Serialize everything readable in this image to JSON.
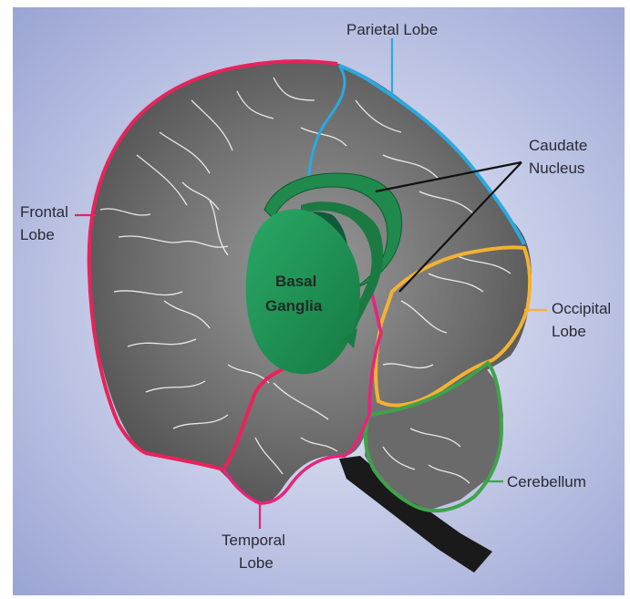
{
  "labels": {
    "parietal": "Parietal Lobe",
    "caudate_line1": "Caudate",
    "caudate_line2": "Nucleus",
    "frontal_line1": "Frontal",
    "frontal_line2": "Lobe",
    "occipital_line1": "Occipital",
    "occipital_line2": "Lobe",
    "cerebellum": "Cerebellum",
    "temporal_line1": "Temporal",
    "temporal_line2": "Lobe",
    "basal_line1": "Basal",
    "basal_line2": "Ganglia"
  },
  "colors": {
    "frontal": "#e8235a",
    "parietal": "#2aa9e0",
    "occipital": "#f2b233",
    "cerebellum": "#3fa24a",
    "temporal": "#e8237a",
    "basal_ganglia": "#1f8a4c",
    "brain": "#6e6e6e",
    "brainstem": "#1a1a1a"
  }
}
